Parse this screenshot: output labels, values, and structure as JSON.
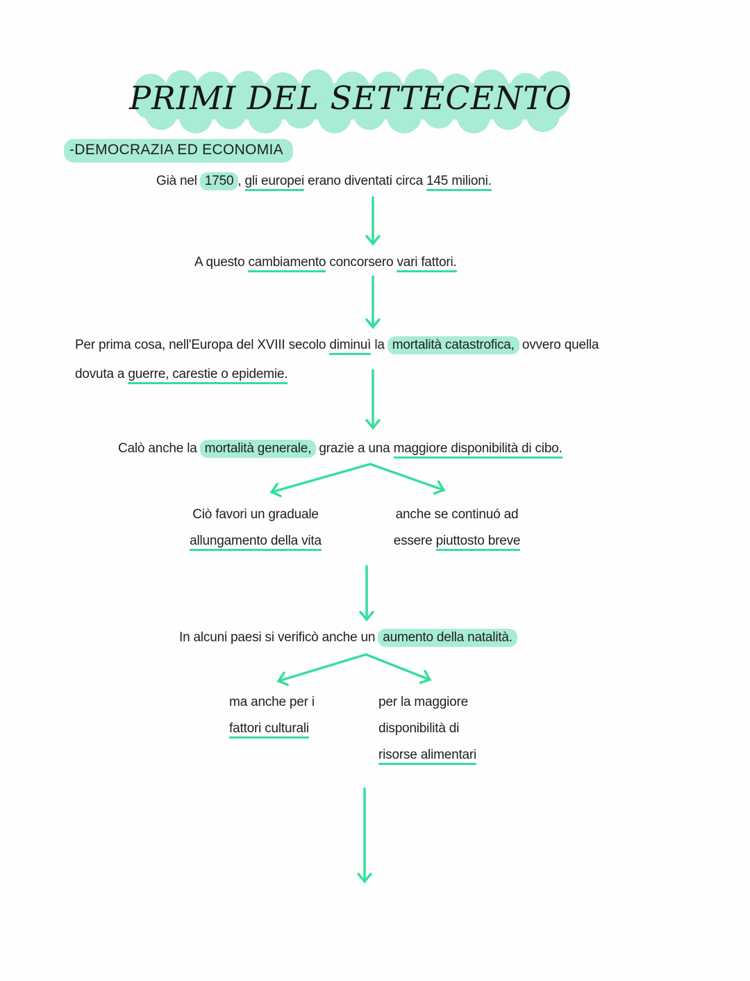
{
  "colors": {
    "green": "#36de9b",
    "mint": "#a8ebd6",
    "ink": "#1e1e1e",
    "paper": "#fefefe"
  },
  "title": {
    "text": "PRIMI DEL SETTECENTO"
  },
  "heading": {
    "text": "-DEMOCRAZIA ED ECONOMIA"
  },
  "nodes": {
    "intro": {
      "s0": "Già nel ",
      "s1": "1750",
      "s2": ", ",
      "s3": "gli europei",
      "s4": " erano diventati circa ",
      "s5": "145 milioni."
    },
    "factors": {
      "s0": "A questo ",
      "s1": "cambiamento",
      "s2": " concorsero ",
      "s3": "vari fattori."
    },
    "catastrophic": {
      "l1s0": "Per prima cosa, nell'Europa del XVIII secolo ",
      "l1s1": "diminuì",
      "l1s2": " la ",
      "l1s3": "mortalità catastrofica,",
      "l1s4": " ovvero quella",
      "l2s0": "dovuta a ",
      "l2s1": "guerre, carestie o epidemie."
    },
    "general": {
      "s0": "Calò anche la ",
      "s1": "mortalità generale,",
      "s2": " grazie a una ",
      "s3": "maggiore disponibilità di cibo."
    },
    "life_left": {
      "l1": "Ciò favori un graduale",
      "l2": "allungamento della vita"
    },
    "life_right": {
      "l1": "anche se continuó ad",
      "l2s0": "essere ",
      "l2s1": "piuttosto breve"
    },
    "natality": {
      "s0": "In alcuni paesi si verificò anche un ",
      "s1": "aumento della natalità."
    },
    "nat_left": {
      "l1": "ma anche per i",
      "l2": "fattori culturali"
    },
    "nat_right": {
      "l1": "per la maggiore",
      "l2": "disponibilità di",
      "l3": "risorse alimentari"
    }
  }
}
